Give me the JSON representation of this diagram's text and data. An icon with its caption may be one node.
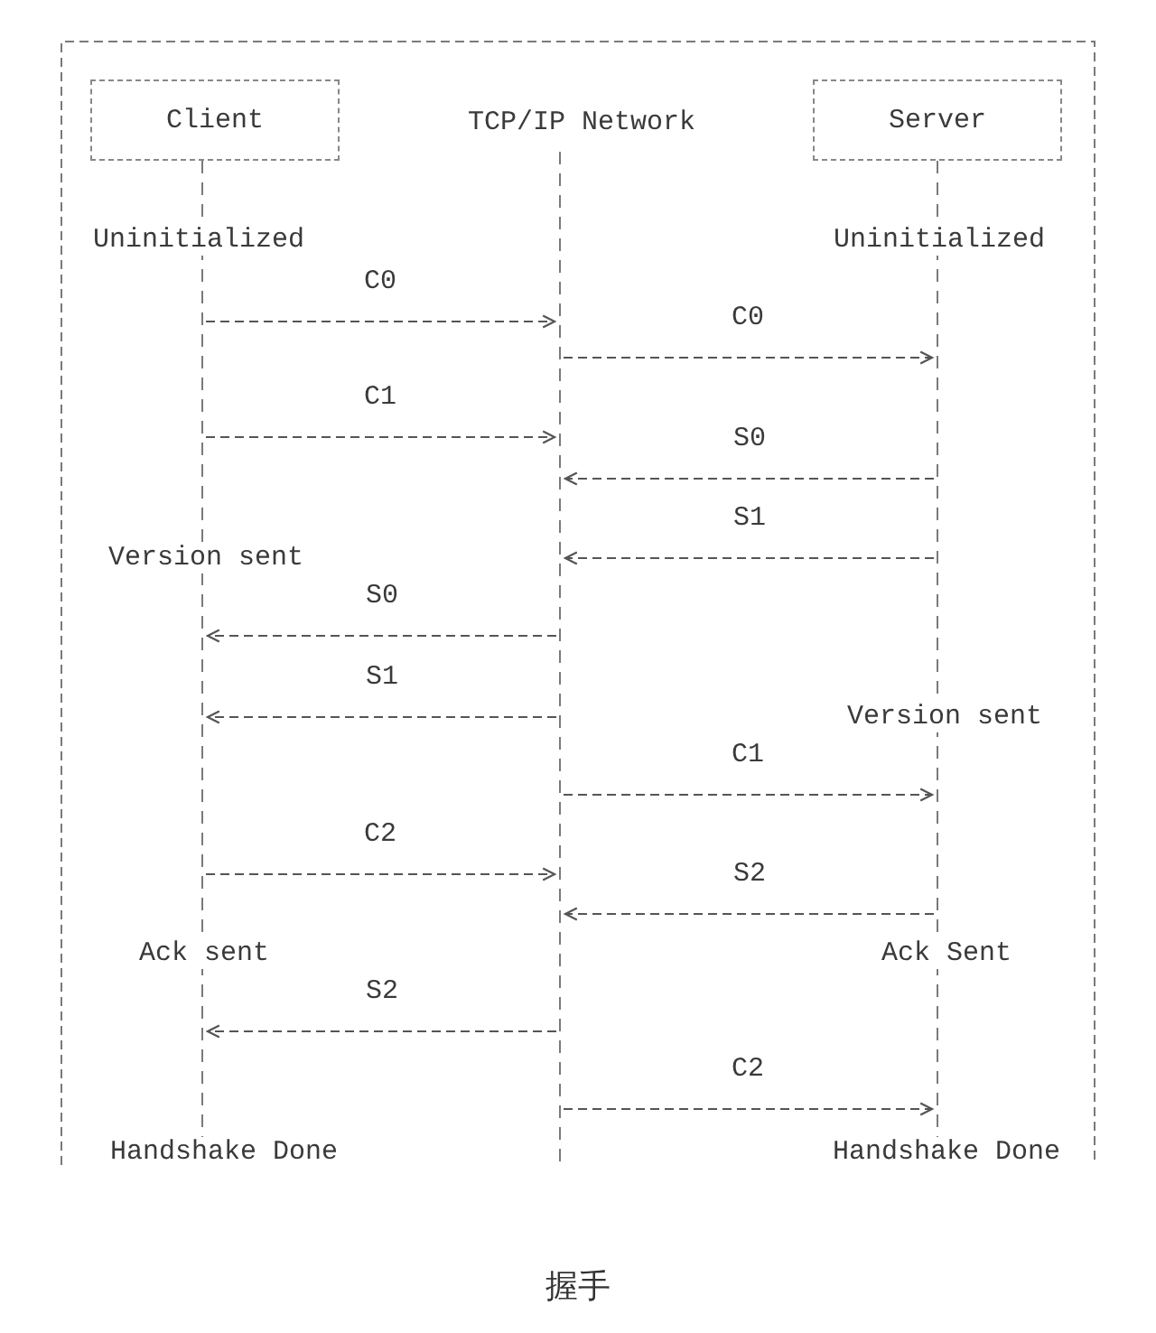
{
  "diagram": {
    "caption": "握手",
    "nodes": [
      {
        "text": [
          "Client",
          "Uninitialized",
          "Version sent",
          "Ack sent",
          "Handshake Done"
        ]
      },
      {
        "text": [
          "TCP/IP Network"
        ]
      },
      {
        "text": [
          "Server",
          "Uninitialized",
          "Version sent",
          "Ack Sent",
          "Handshake Done"
        ]
      }
    ],
    "edges": [
      {
        "from": 0,
        "to": 1,
        "arrow": "to",
        "label": "C0",
        "style": "dashed"
      },
      {
        "from": 1,
        "to": 2,
        "arrow": "to",
        "label": "C0",
        "style": "dashed"
      },
      {
        "from": 0,
        "to": 1,
        "arrow": "to",
        "label": "C1",
        "style": "dashed"
      },
      {
        "from": 2,
        "to": 1,
        "arrow": "to",
        "label": "S0",
        "style": "dashed"
      },
      {
        "from": 2,
        "to": 1,
        "arrow": "to",
        "label": "S1",
        "style": "dashed"
      },
      {
        "from": 1,
        "to": 0,
        "arrow": "to",
        "label": "S0",
        "style": "dashed"
      },
      {
        "from": 1,
        "to": 0,
        "arrow": "to",
        "label": "S1",
        "style": "dashed"
      },
      {
        "from": 1,
        "to": 2,
        "arrow": "to",
        "label": "C1",
        "style": "dashed"
      },
      {
        "from": 0,
        "to": 1,
        "arrow": "to",
        "label": "C2",
        "style": "dashed"
      },
      {
        "from": 2,
        "to": 1,
        "arrow": "to",
        "label": "S2",
        "style": "dashed"
      },
      {
        "from": 1,
        "to": 0,
        "arrow": "to",
        "label": "S2",
        "style": "dashed"
      },
      {
        "from": 1,
        "to": 2,
        "arrow": "to",
        "label": "C2",
        "style": "dashed"
      }
    ]
  }
}
